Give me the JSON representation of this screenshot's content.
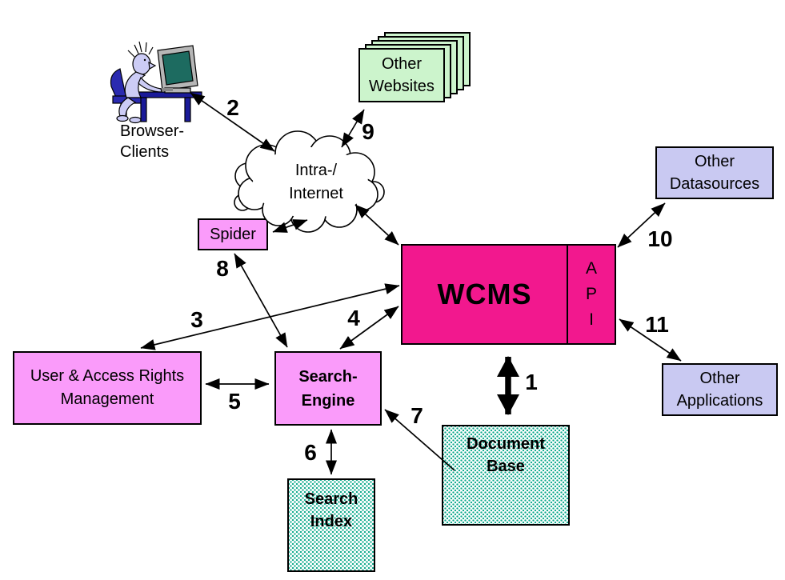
{
  "nodes": {
    "browser_clients": {
      "label": "Browser-\nClients"
    },
    "other_websites": {
      "label": "Other\nWebsites"
    },
    "cloud": {
      "label": "Intra-/\nInternet"
    },
    "spider": {
      "label": "Spider"
    },
    "wcms": {
      "label": "WCMS",
      "api_label": "A\nP\nI"
    },
    "other_datasources": {
      "label": "Other\nDatasources"
    },
    "other_applications": {
      "label": "Other\nApplications"
    },
    "user_access": {
      "label": "User & Access Rights\nManagement"
    },
    "search_engine": {
      "label": "Search-\nEngine"
    },
    "search_index": {
      "label": "Search\nIndex"
    },
    "document_base": {
      "label": "Document\nBase"
    }
  },
  "connections": [
    {
      "label": "1",
      "from": "WCMS",
      "to": "Document Base",
      "bidirectional": true
    },
    {
      "label": "2",
      "from": "Browser-Clients",
      "to": "Intra-/Internet",
      "bidirectional": true
    },
    {
      "label": "3",
      "from": "WCMS",
      "to": "User & Access Rights Management",
      "bidirectional": true
    },
    {
      "label": "4",
      "from": "WCMS",
      "to": "Search-Engine",
      "bidirectional": true
    },
    {
      "label": "5",
      "from": "User & Access Rights Management",
      "to": "Search-Engine",
      "bidirectional": true
    },
    {
      "label": "6",
      "from": "Search-Engine",
      "to": "Search Index",
      "bidirectional": true
    },
    {
      "label": "7",
      "from": "Document Base",
      "to": "Search-Engine",
      "bidirectional": false
    },
    {
      "label": "8",
      "from": "Search-Engine",
      "to": "Spider",
      "bidirectional": true
    },
    {
      "label": "9",
      "from": "Intra-/Internet",
      "to": "Other Websites",
      "bidirectional": true
    },
    {
      "label": "10",
      "from": "WCMS",
      "to": "Other Datasources",
      "bidirectional": true
    },
    {
      "label": "11",
      "from": "WCMS API",
      "to": "Other Applications",
      "bidirectional": true
    }
  ],
  "unlabeled_connections": [
    {
      "from": "Intra-/Internet",
      "to": "WCMS",
      "bidirectional": true
    },
    {
      "from": "Spider",
      "to": "Intra-/Internet",
      "bidirectional": true
    }
  ],
  "colors": {
    "wcms_box": "#f2188e",
    "pink_box": "#fa9bfa",
    "green_box": "#ccf4cc",
    "lavender_box": "#c9c9f2",
    "stipple_dot": "#0ea98b",
    "line": "#000000",
    "background": "#ffffff"
  }
}
